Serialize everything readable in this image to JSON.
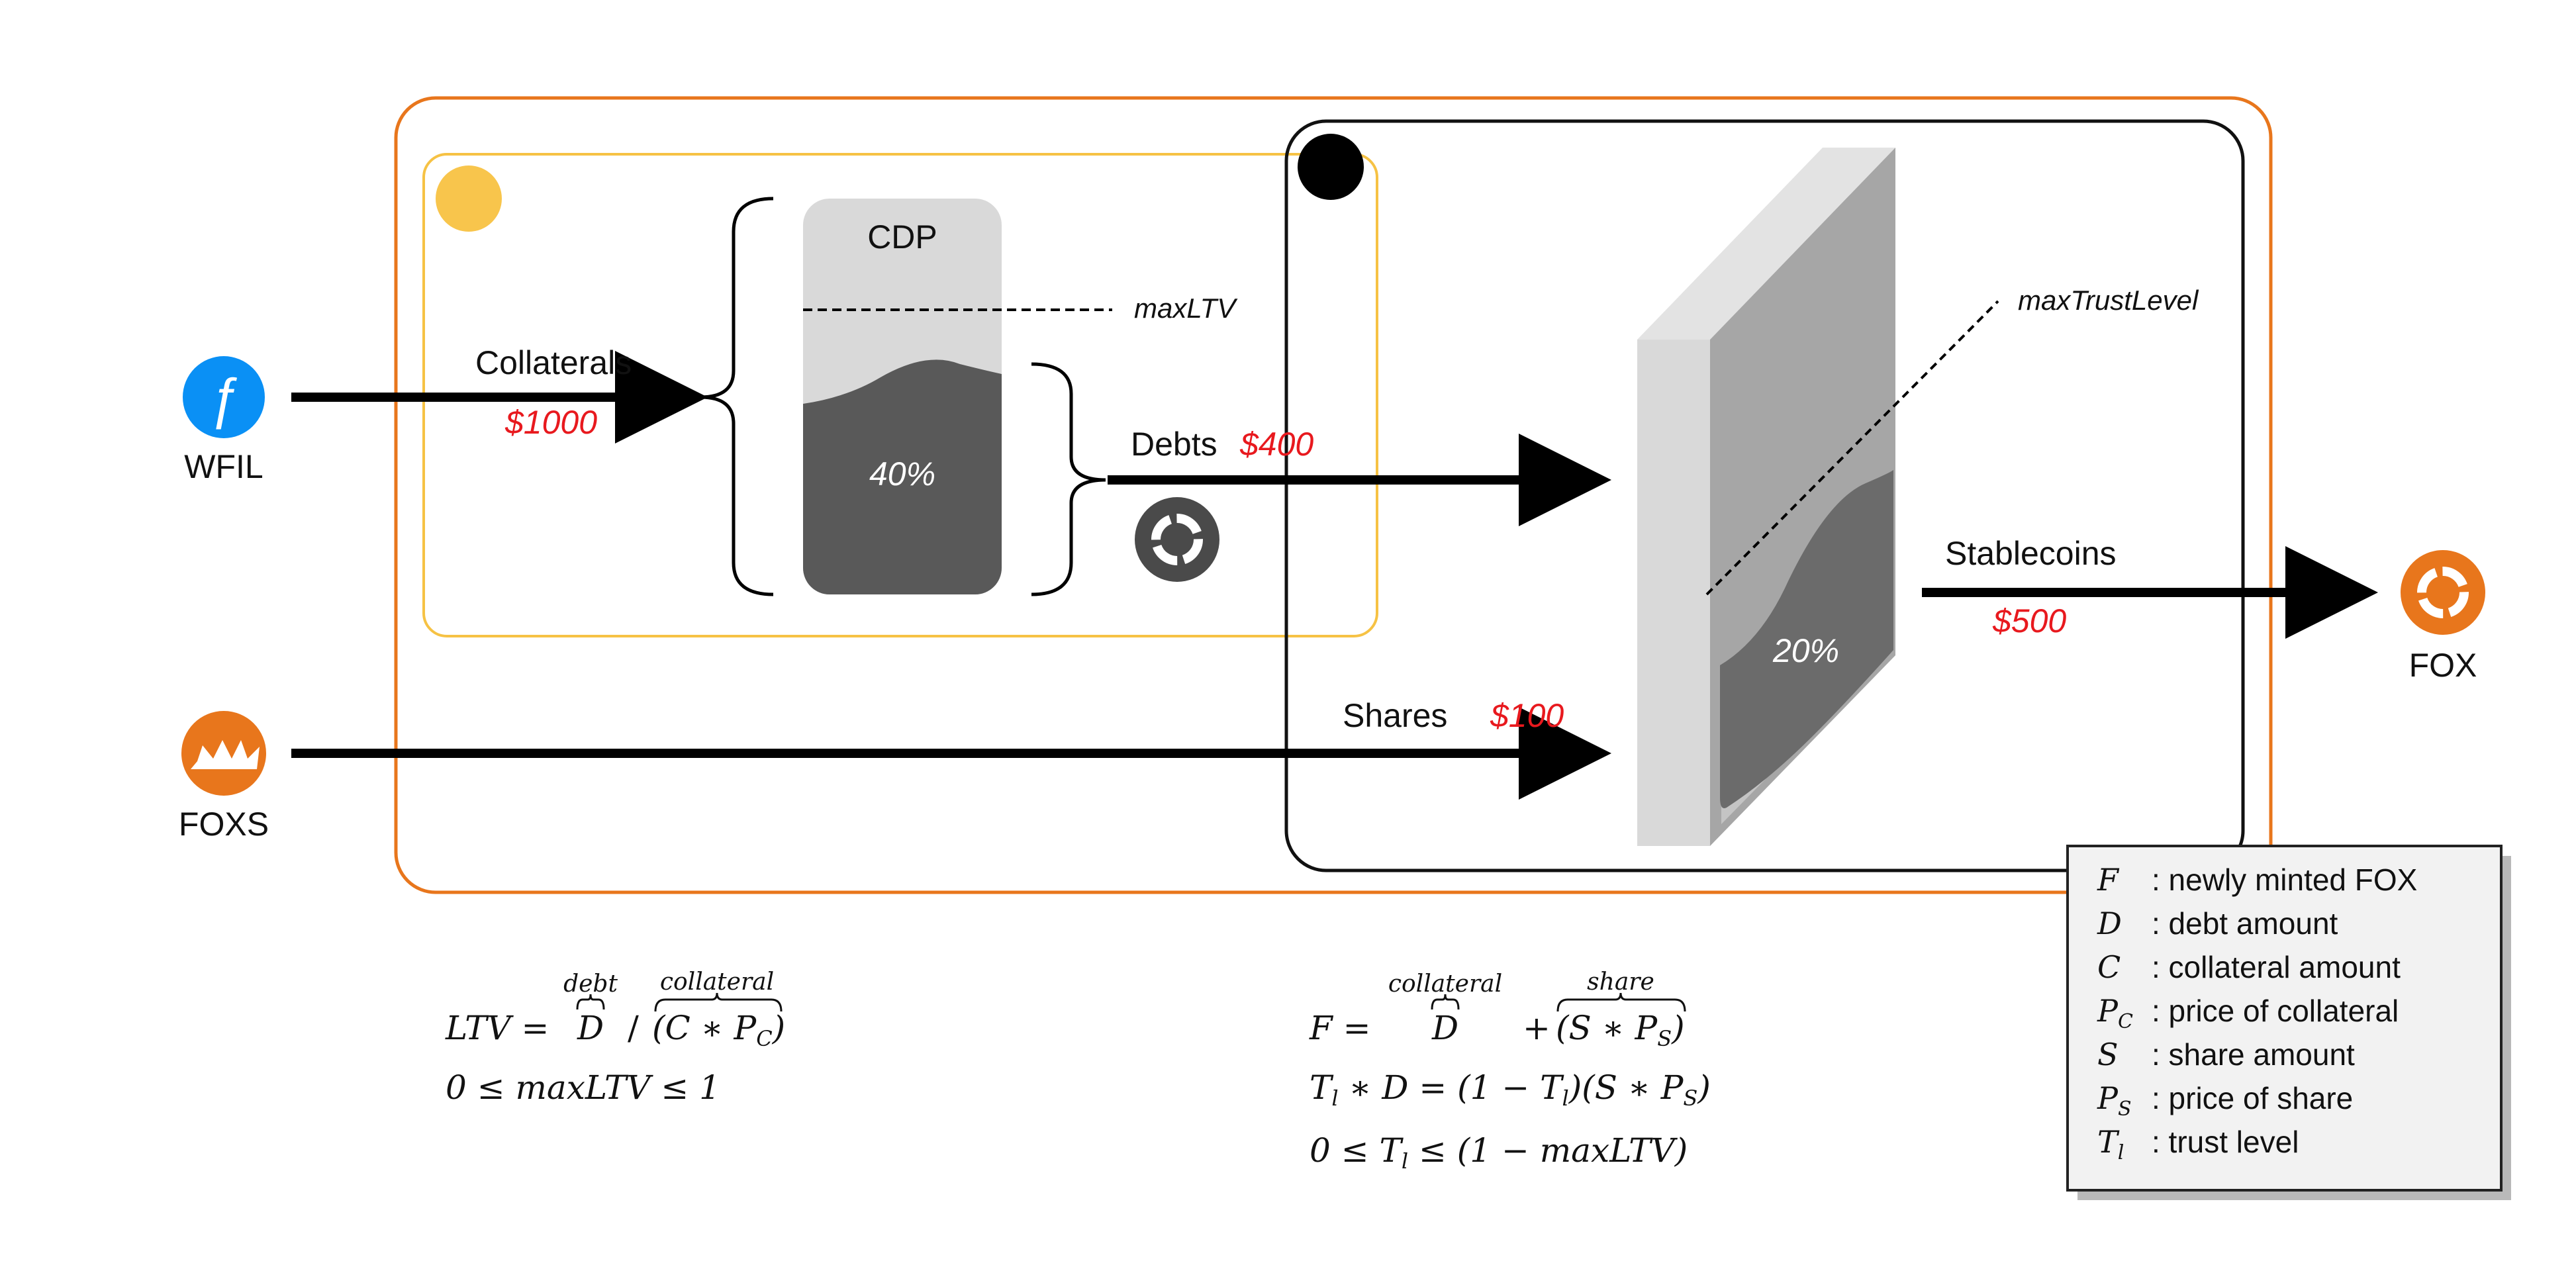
{
  "tokens": {
    "wfil": {
      "label": "WFIL",
      "icon": "filecoin-icon",
      "color": "#0A90F5"
    },
    "foxs": {
      "label": "FOXS",
      "icon": "fire-shares-icon",
      "color": "#E8761C"
    },
    "fox": {
      "label": "FOX",
      "icon": "fox-token-icon",
      "color": "#E8761C"
    }
  },
  "groups": {
    "outer": {
      "color": "#E8761C"
    },
    "cdp": {
      "color": "#F6C244",
      "marker_color": "#F8C54C"
    },
    "trust": {
      "color": "#111111",
      "marker_color": "#000000"
    }
  },
  "cdp": {
    "title": "CDP",
    "fill_percent": "40%",
    "max_ltv_label": "maxLTV"
  },
  "vault": {
    "fill_percent": "20%",
    "max_trust_label": "maxTrustLevel"
  },
  "flows": {
    "collaterals": {
      "label": "Collaterals",
      "amount": "$1000"
    },
    "debts": {
      "label": "Debts",
      "amount": "$400"
    },
    "shares": {
      "label": "Shares",
      "amount": "$100"
    },
    "stablecoins": {
      "label": "Stablecoins",
      "amount": "$500"
    }
  },
  "amount_color": "#E8191E",
  "formulas": {
    "ltv": {
      "lhs": "LTV =",
      "debt_brace": "debt",
      "debt_var": "D",
      "divide": "/",
      "collateral_brace": "collateral",
      "collateral_expr": "(C ∗ P",
      "collateral_sub": "C",
      "collateral_close": ")",
      "range": "0 ≤ maxLTV ≤ 1"
    },
    "fox": {
      "lhs": "F =",
      "collateral_brace": "collateral",
      "debt_var": "D",
      "plus": "+",
      "share_brace": "share",
      "share_expr": "(S ∗ P",
      "share_sub": "S",
      "share_close": ")",
      "trust_eq_a": "T",
      "trust_eq_a_sub": "l",
      "trust_eq_b": " ∗ D = (1 − T",
      "trust_eq_b_sub": "l",
      "trust_eq_c": ")(S ∗ P",
      "trust_eq_c_sub": "S",
      "trust_eq_d": ")",
      "range_a": "0 ≤ T",
      "range_a_sub": "l",
      "range_b": " ≤ (1 − maxLTV)"
    }
  },
  "legend": [
    {
      "symbol": "F",
      "sub": "",
      "desc": ": newly minted FOX"
    },
    {
      "symbol": "D",
      "sub": "",
      "desc": ": debt amount"
    },
    {
      "symbol": "C",
      "sub": "",
      "desc": ": collateral amount"
    },
    {
      "symbol": "P",
      "sub": "C",
      "desc": ": price of collateral"
    },
    {
      "symbol": "S",
      "sub": "",
      "desc": ": share amount"
    },
    {
      "symbol": "P",
      "sub": "S",
      "desc": ": price of share"
    },
    {
      "symbol": "T",
      "sub": "l",
      "desc": ": trust level"
    }
  ]
}
